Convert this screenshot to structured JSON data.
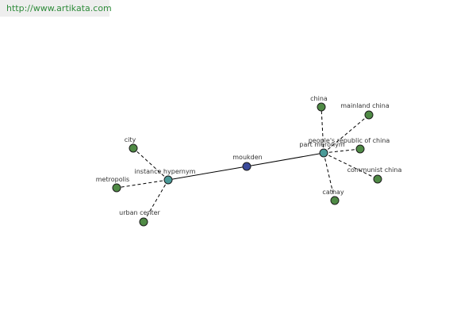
{
  "site": {
    "url_text": "http://www.artikata.com"
  },
  "colors": {
    "center": "#3a4a9a",
    "relation": "#4a9a98",
    "leaf": "#4f8a45",
    "edge": "#000000"
  },
  "graph": {
    "nodes": [
      {
        "id": "moukden",
        "label": "moukden",
        "kind": "center"
      },
      {
        "id": "instance-hypernym",
        "label": "instance hypernym",
        "kind": "relation"
      },
      {
        "id": "part-meronym",
        "label": "part meronym",
        "kind": "relation"
      },
      {
        "id": "city",
        "label": "city",
        "kind": "leaf"
      },
      {
        "id": "metropolis",
        "label": "metropolis",
        "kind": "leaf"
      },
      {
        "id": "urban-center",
        "label": "urban center",
        "kind": "leaf"
      },
      {
        "id": "china",
        "label": "china",
        "kind": "leaf"
      },
      {
        "id": "mainland-china",
        "label": "mainland china",
        "kind": "leaf"
      },
      {
        "id": "peoples-republic-of-china",
        "label": "people's republic of china",
        "kind": "leaf"
      },
      {
        "id": "communist-china",
        "label": "communist china",
        "kind": "leaf"
      },
      {
        "id": "cathay",
        "label": "cathay",
        "kind": "leaf"
      }
    ],
    "edges": [
      {
        "from": "moukden",
        "to": "instance-hypernym",
        "style": "solid"
      },
      {
        "from": "moukden",
        "to": "part-meronym",
        "style": "solid"
      },
      {
        "from": "instance-hypernym",
        "to": "city",
        "style": "dashed"
      },
      {
        "from": "instance-hypernym",
        "to": "metropolis",
        "style": "dashed"
      },
      {
        "from": "instance-hypernym",
        "to": "urban-center",
        "style": "dashed"
      },
      {
        "from": "part-meronym",
        "to": "china",
        "style": "dashed"
      },
      {
        "from": "part-meronym",
        "to": "mainland-china",
        "style": "dashed"
      },
      {
        "from": "part-meronym",
        "to": "peoples-republic-of-china",
        "style": "dashed"
      },
      {
        "from": "part-meronym",
        "to": "communist-china",
        "style": "dashed"
      },
      {
        "from": "part-meronym",
        "to": "cathay",
        "style": "dashed"
      }
    ]
  }
}
